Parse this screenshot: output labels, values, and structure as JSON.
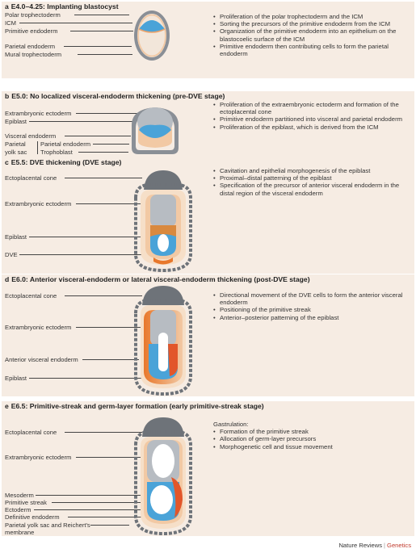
{
  "colors": {
    "panel_bg": "#f6ece3",
    "trophectoderm_grey": "#8a8f96",
    "epiblast_blue": "#4aa3d8",
    "visceral_endoderm_peach": "#f2c9a4",
    "dve_orange": "#e8782c",
    "mesoderm_red": "#e2562a",
    "journal_section_red": "#c0392b"
  },
  "panels": [
    {
      "letter": "a",
      "title": "E4.0–4.25: Implanting blastocyst",
      "labels": [
        "Polar trophectoderm",
        "ICM",
        "Primitive endoderm",
        "Parietal endoderm",
        "Mural trophectoderm"
      ],
      "bullets": [
        "Proliferation of the polar trophectoderm and the ICM",
        "Sorting the precursors of the primitive endoderm from the ICM",
        "Organization of the primitive endoderm into an epithelium on the blastocoelic surface of the ICM",
        "Primitive endoderm then contributing cells to form the parietal endoderm"
      ]
    },
    {
      "letter": "b",
      "title": "E5.0: No localized visceral-endoderm thickening (pre-DVE stage)",
      "labels": [
        "Extrambryonic ectoderm",
        "Epiblast",
        "Visceral endoderm",
        "Parietal",
        "yolk sac",
        "Parietal endoderm",
        "Trophoblast"
      ],
      "bullets": [
        "Proliferation of the extraembryonic ectoderm and formation of the ectoplacental cone",
        "Primitive endoderm partitioned into visceral and parietal endoderm",
        "Proliferation of the epiblast, which is derived from the ICM"
      ]
    },
    {
      "letter": "c",
      "title": "E5.5: DVE thickening (DVE stage)",
      "labels": [
        "Ectoplacental cone",
        "Extrambryonic ectoderm",
        "Epiblast",
        "DVE"
      ],
      "bullets": [
        "Cavitation and epithelial morphogenesis of the epiblast",
        "Proximal–distal patterning of the epiblast",
        "Specification of the precursor of anterior visceral endoderm in the distal region of the visceral endoderm"
      ]
    },
    {
      "letter": "d",
      "title": "E6.0: Anterior visceral-endoderm or lateral visceral-endoderm thickening (post-DVE stage)",
      "labels": [
        "Ectoplacental cone",
        "Extrambryonic ectoderm",
        "Anterior visceral endoderm",
        "Epiblast"
      ],
      "bullets": [
        "Directional movement of the DVE cells to form the anterior visceral endoderm",
        "Positioning of the primitive streak",
        "Anterior–posterior patterning of the epiblast"
      ]
    },
    {
      "letter": "e",
      "title": "E6.5: Primitive-streak and germ-layer formation (early primitive-streak stage)",
      "labels": [
        "Ectoplacental cone",
        "Extrambryonic ectoderm",
        "Mesoderm",
        "Primitive streak",
        "Ectoderm",
        "Definitive endoderm",
        "Parietal yolk sac and Reichert's",
        "membrane"
      ],
      "heading": "Gastrulation:",
      "bullets": [
        "Formation of the primitive streak",
        "Allocation of germ-layer precursors",
        "Morphogenetic cell and tissue movement"
      ]
    }
  ],
  "footer": {
    "journal": "Nature Reviews",
    "separator": "|",
    "section": "Genetics"
  }
}
